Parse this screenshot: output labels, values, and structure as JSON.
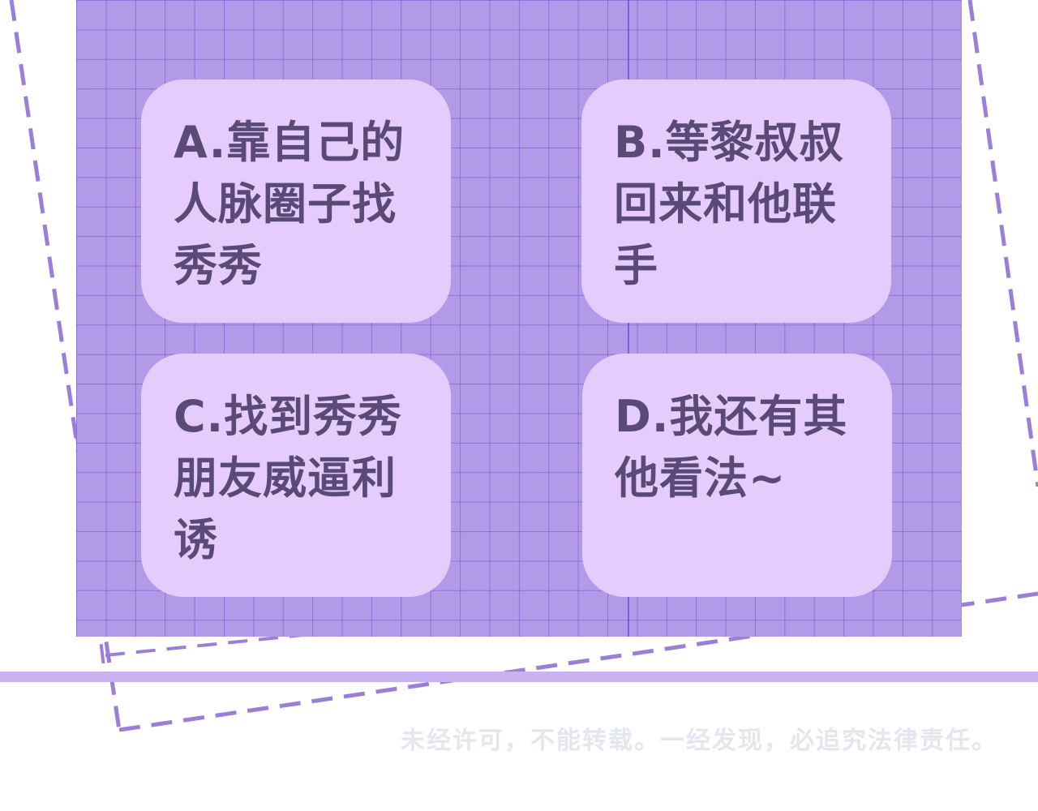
{
  "options": [
    {
      "id": "A",
      "text": "A.靠自己的人脉圈子找秀秀"
    },
    {
      "id": "B",
      "text": "B.等黎叔叔回来和他联手"
    },
    {
      "id": "C",
      "text": "C.找到秀秀朋友威逼利诱"
    },
    {
      "id": "D",
      "text": "D.我还有其他看法~"
    }
  ],
  "notice": "未经许可，不能转载。一经发现，必追究法律责任。",
  "colors": {
    "panel": "#b39ae8",
    "card": "#e6ccfd",
    "text": "#5a4a78",
    "dash": "#9b7ed8",
    "floor_line": "#c8b2f0",
    "notice": "#e3e6ee"
  }
}
